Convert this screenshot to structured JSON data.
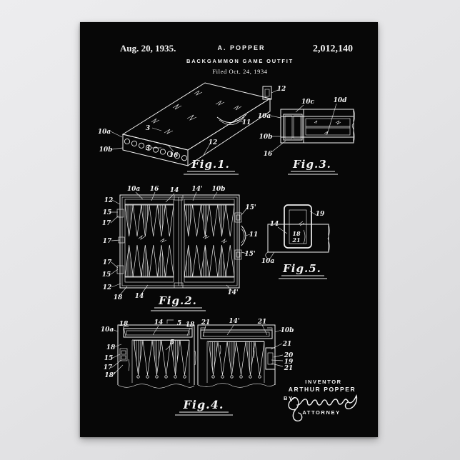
{
  "poster": {
    "header": {
      "date": "Aug. 20, 1935.",
      "inventor_short": "A. POPPER",
      "patent_number": "2,012,140",
      "title": "BACKGAMMON GAME OUTFIT",
      "filed_line": "Filed Oct. 24, 1934"
    },
    "figures": [
      {
        "label": "Fig.1.",
        "refs": [
          "3",
          "3",
          "10a",
          "10b",
          "16",
          "12",
          "11",
          "12"
        ]
      },
      {
        "label": "Fig.3.",
        "refs": [
          "10c",
          "10d",
          "10a",
          "10b",
          "16"
        ]
      },
      {
        "label": "Fig.2.",
        "refs": [
          "10a",
          "16",
          "14",
          "14'",
          "10b",
          "12",
          "15",
          "17",
          "17",
          "17",
          "15",
          "12",
          "18",
          "14",
          "15'",
          "11",
          "15'",
          "14'"
        ]
      },
      {
        "label": "Fig.5.",
        "refs": [
          "19",
          "14",
          "18",
          "21",
          "10a"
        ]
      },
      {
        "label": "Fig.4.",
        "refs": [
          "10a",
          "18",
          "14",
          "5",
          "18",
          "21",
          "14'",
          "21",
          "10b",
          "21",
          "20",
          "19",
          "21",
          "18",
          "15",
          "17",
          "18'",
          "5"
        ]
      }
    ],
    "signature": {
      "inventor_caption": "INVENTOR",
      "inventor_name": "ARTHUR POPPER",
      "by_label": "BY",
      "attorney_caption": "ATTORNEY"
    }
  }
}
